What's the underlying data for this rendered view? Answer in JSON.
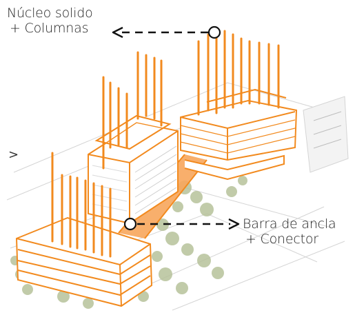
{
  "colors": {
    "accent": "#f28a1e",
    "accent_fill": "#f7b370",
    "line_dark": "#111111",
    "context_gray": "#c9c9c9",
    "vegetation": "#a9b58f",
    "building_face": "#ffffff"
  },
  "annotations": {
    "core": {
      "line1": "Núcleo solido",
      "line2": "+ Columnas"
    },
    "bar": {
      "line1": "Barra de ancla",
      "line2": "+ Conector"
    }
  },
  "markers": {
    "side_mark": ">"
  },
  "icons": {
    "marker_circle": "circle-marker-icon",
    "arrow": "arrow-right-icon"
  }
}
